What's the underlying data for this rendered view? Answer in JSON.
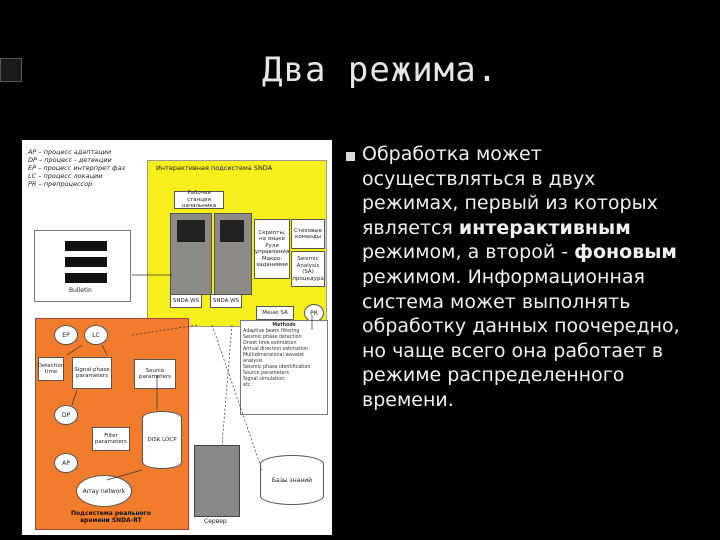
{
  "slide": {
    "title": "Два режима.",
    "text_pre": "Обработка может осуществляться в двух режимах, первый из которых является ",
    "bold1": "интерактивным",
    "text_mid": " режимом, а второй - ",
    "bold2": "фоновым",
    "text_post": " режимом. Информационная система может выполнять обработку данных поочередно, но чаще всего она работает в режиме распределенного времени."
  },
  "diagram": {
    "legend": [
      "AP – процесс адаптации",
      "DP – процесс - детекции",
      "EP – процесс интерпрет фаз",
      "LC – процесс локации",
      "PR – препроцессор"
    ],
    "interactive_title": "Интерактивная подсистема SNDA",
    "workstation_label": "Рабочая станция начальника",
    "scripts_label": "Скрипты, на языке Руля управления Макро-заданиями",
    "stack_label": "Стековые команды",
    "seismic_label": "Seismic Analysis (SA) процедура",
    "term1_label": "SNDA WS",
    "term2_label": "SNDA WS",
    "building_label": "Bulletin",
    "menu_label": "Меню SA",
    "pr_label": "PR",
    "ep_label": "EP",
    "lc_label": "LC",
    "detection_label": "Detection time",
    "signal_label": "Signal phase parameters",
    "source_label": "Source parameters",
    "dp_label": "DP",
    "filter_label": "Filter parameters",
    "disk_label": "DISK LOCP",
    "ap_label": "AP",
    "array_label": "Array network",
    "realtime_caption": "Подсистема реального времени SNDA-RT",
    "methods_title": "Methods",
    "methods": [
      "Adaptive beam filtering",
      "Seismic phase detection",
      "Onset time estimation",
      "Arrival direction estimation",
      "Multidimensional wavelet analysis",
      "Seismic phase identification",
      "Source parameters",
      "Signal simulation,",
      "etc."
    ],
    "server_label": "Сервер",
    "db_label": "Базы знаний"
  }
}
